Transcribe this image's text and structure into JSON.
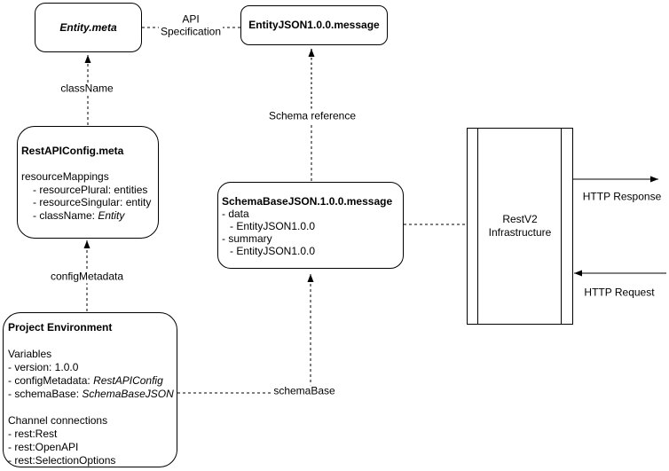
{
  "diagram": {
    "nodes": {
      "entity_meta": {
        "title": "Entity.meta"
      },
      "entity_json": {
        "title": "EntityJSON1.0.0.message"
      },
      "rest_api_config": {
        "title": "RestAPIConfig.meta",
        "section_heading": "resourceMappings",
        "items": [
          "- resourcePlural: entities",
          "- resourceSingular: entity"
        ],
        "class_name_item": {
          "prefix": "- className: ",
          "value": "Entity"
        }
      },
      "schema_base": {
        "title": "SchemaBaseJSON.1.0.0.message",
        "items": [
          "- data",
          "- EntityJSON1.0.0",
          "- summary",
          "- EntityJSON1.0.0"
        ]
      },
      "project_environment": {
        "title": "Project Environment",
        "variables_heading": "Variables",
        "version_item": "- version: 1.0.0",
        "config_item": {
          "prefix": "- configMetadata: ",
          "value": "RestAPIConfig"
        },
        "schema_item": {
          "prefix": "- schemaBase: ",
          "value": "SchemaBaseJSON"
        },
        "channels_heading": "Channel connections",
        "channel_items": [
          "- rest:Rest",
          "- rest:OpenAPI",
          "- rest:SelectionOptions"
        ]
      },
      "restv2": {
        "title_line1": "RestV2",
        "title_line2": "Infrastructure"
      }
    },
    "edge_labels": {
      "api_specification": {
        "line1": "API",
        "line2": "Specification"
      },
      "class_name": "className",
      "config_metadata": "configMetadata",
      "schema_reference": "Schema reference",
      "schema_base": "schemaBase",
      "http_response": "HTTP Response",
      "http_request": "HTTP Request"
    },
    "colors": {
      "stroke": "#000000",
      "secondary_stroke": "#595959",
      "node_fill": "#ffffff",
      "text": "#000000"
    }
  }
}
